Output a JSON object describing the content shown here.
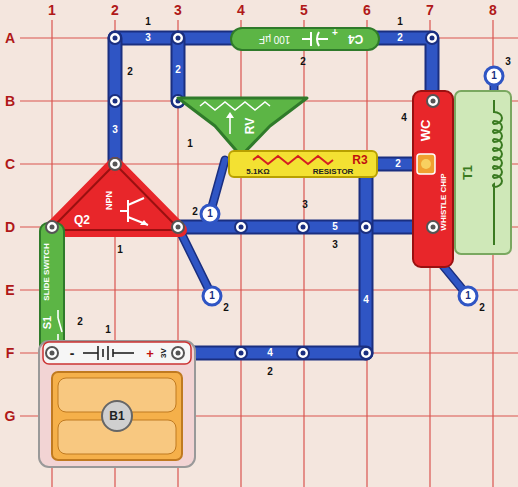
{
  "diagram": {
    "nodes": [
      {
        "text": [
          "100 µF",
          "C4",
          "+"
        ]
      },
      {
        "text": [
          "RV"
        ]
      },
      {
        "text": [
          "R3",
          "5.1KΩ",
          "RESISTOR"
        ]
      },
      {
        "text": [
          "WC",
          "WHISTLE CHIP"
        ]
      },
      {
        "text": [
          "T1"
        ]
      },
      {
        "text": [
          "NPN",
          "Q2"
        ]
      },
      {
        "text": [
          "SLIDE SWITCH",
          "S1"
        ]
      },
      {
        "text": [
          "-",
          "+",
          "3V",
          "B1"
        ]
      }
    ],
    "labels": [
      "1",
      "2",
      "3",
      "4",
      "5",
      "6",
      "7",
      "8",
      "A",
      "B",
      "C",
      "D",
      "E",
      "F",
      "G",
      "1",
      "3",
      "1",
      "2",
      "2",
      "2",
      "3",
      "2",
      "1",
      "2",
      "4",
      "3",
      "5",
      "3",
      "1",
      "2",
      "1",
      "4",
      "4",
      "2",
      "1",
      "2",
      "1",
      "2",
      "1",
      "2",
      "1",
      "3"
    ]
  }
}
